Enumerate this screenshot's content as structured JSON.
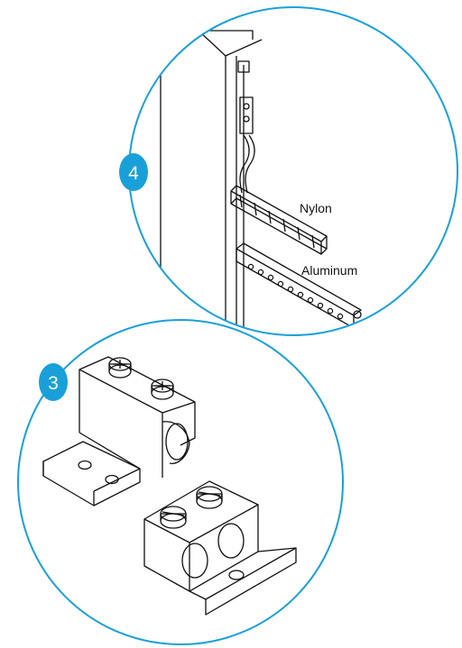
{
  "detail_4": {
    "callout_number": "4",
    "labels": {
      "nylon": "Nylon",
      "aluminum": "Aluminum"
    }
  },
  "detail_3": {
    "callout_number": "3"
  },
  "colors": {
    "circle_outline": "#1aa0d8",
    "callout_fill": "#1aa0d8",
    "line_art": "#111111"
  }
}
